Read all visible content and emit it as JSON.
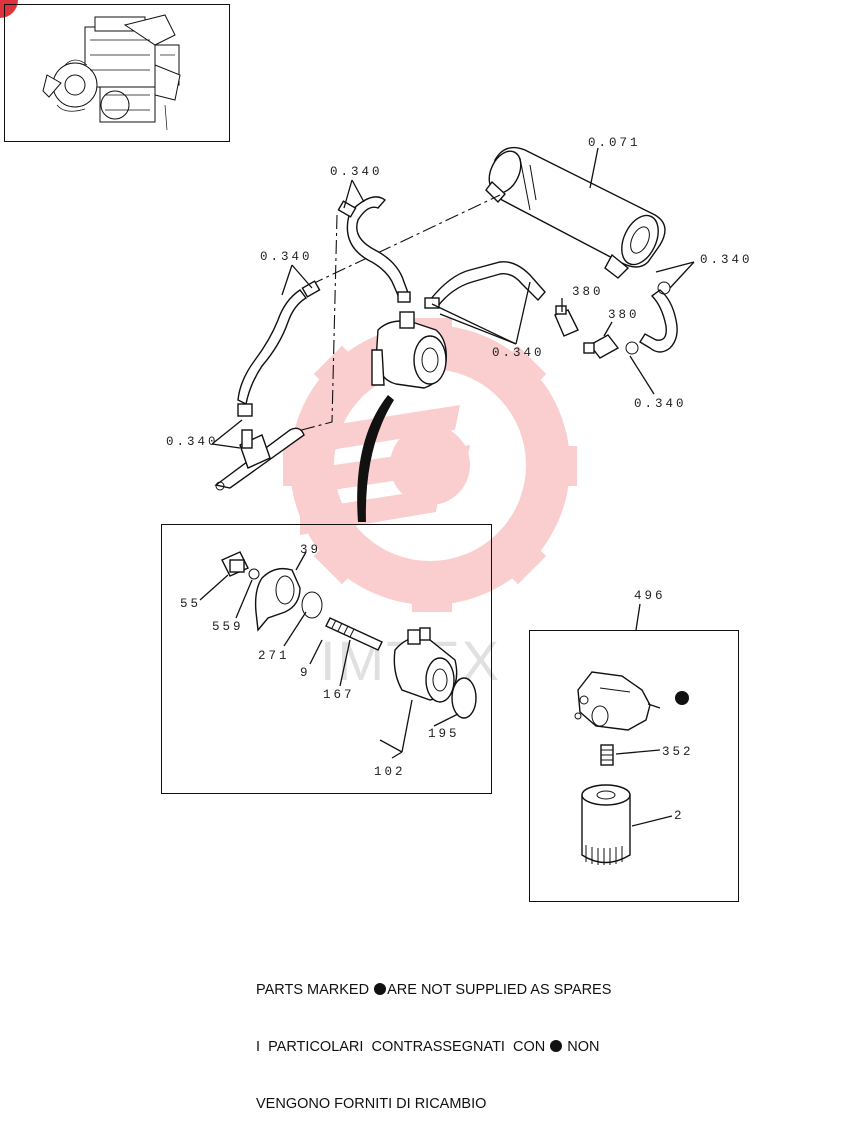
{
  "callouts": {
    "c_0071": "0.071",
    "c_0340_a": "0.340",
    "c_0340_b": "0.340",
    "c_0340_c": "0.340",
    "c_0340_d": "0.340",
    "c_0340_e": "0.340",
    "c_0340_f": "0.340",
    "c_380_a": "380",
    "c_380_b": "380",
    "c_39": "39",
    "c_55": "55",
    "c_559": "559",
    "c_271": "271",
    "c_9": "9",
    "c_167": "167",
    "c_102": "102",
    "c_195": "195",
    "c_496": "496",
    "c_352": "352",
    "c_2": "2"
  },
  "notes": {
    "line1_a": "PARTS MARKED ",
    "line1_b": "ARE NOT SUPPLIED AS SPARES",
    "line2_a": "I  PARTICOLARI  CONTRASSEGNATI  CON ",
    "line2_b": " NON",
    "line3": "VENGONO FORNITI DI RICAMBIO"
  },
  "watermark": {
    "text": "IMTEX",
    "color": "#e8343a"
  },
  "colors": {
    "line": "#111111",
    "watermark": "#f6b4b6",
    "badge": "#e0323a"
  }
}
